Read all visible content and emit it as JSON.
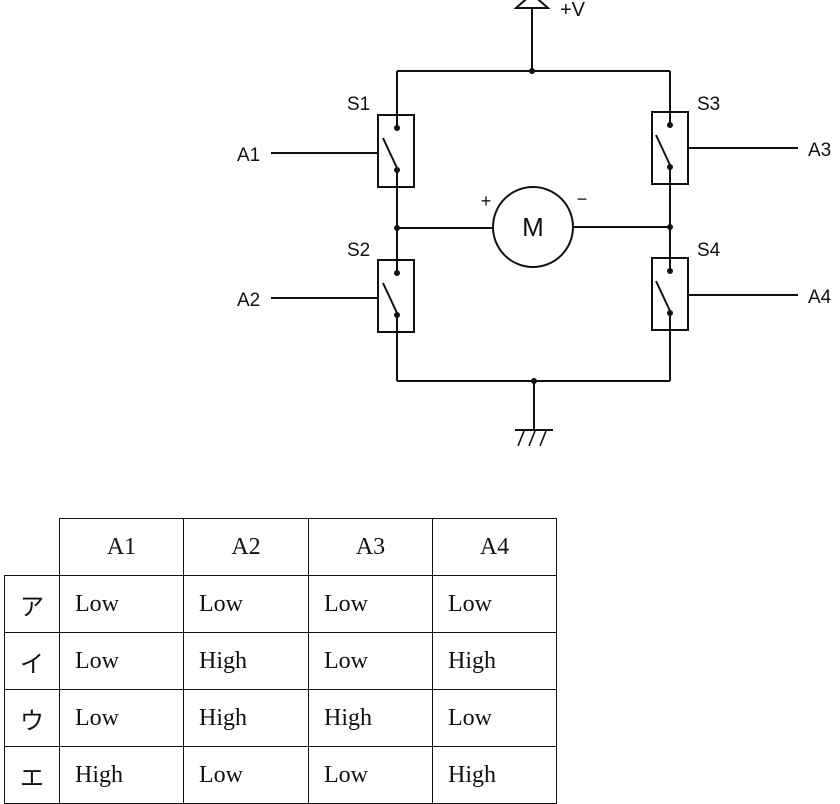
{
  "diagram": {
    "supply_label": "+V",
    "motor_label": "M",
    "motor_plus": "+",
    "motor_minus": "−",
    "switches": {
      "s1": "S1",
      "s2": "S2",
      "s3": "S3",
      "s4": "S4"
    },
    "inputs": {
      "a1": "A1",
      "a2": "A2",
      "a3": "A3",
      "a4": "A4"
    }
  },
  "table": {
    "headers": [
      "A1",
      "A2",
      "A3",
      "A4"
    ],
    "rows": [
      {
        "label": "ア",
        "values": [
          "Low",
          "Low",
          "Low",
          "Low"
        ]
      },
      {
        "label": "イ",
        "values": [
          "Low",
          "High",
          "Low",
          "High"
        ]
      },
      {
        "label": "ウ",
        "values": [
          "Low",
          "High",
          "High",
          "Low"
        ]
      },
      {
        "label": "エ",
        "values": [
          "High",
          "Low",
          "Low",
          "High"
        ]
      }
    ]
  }
}
